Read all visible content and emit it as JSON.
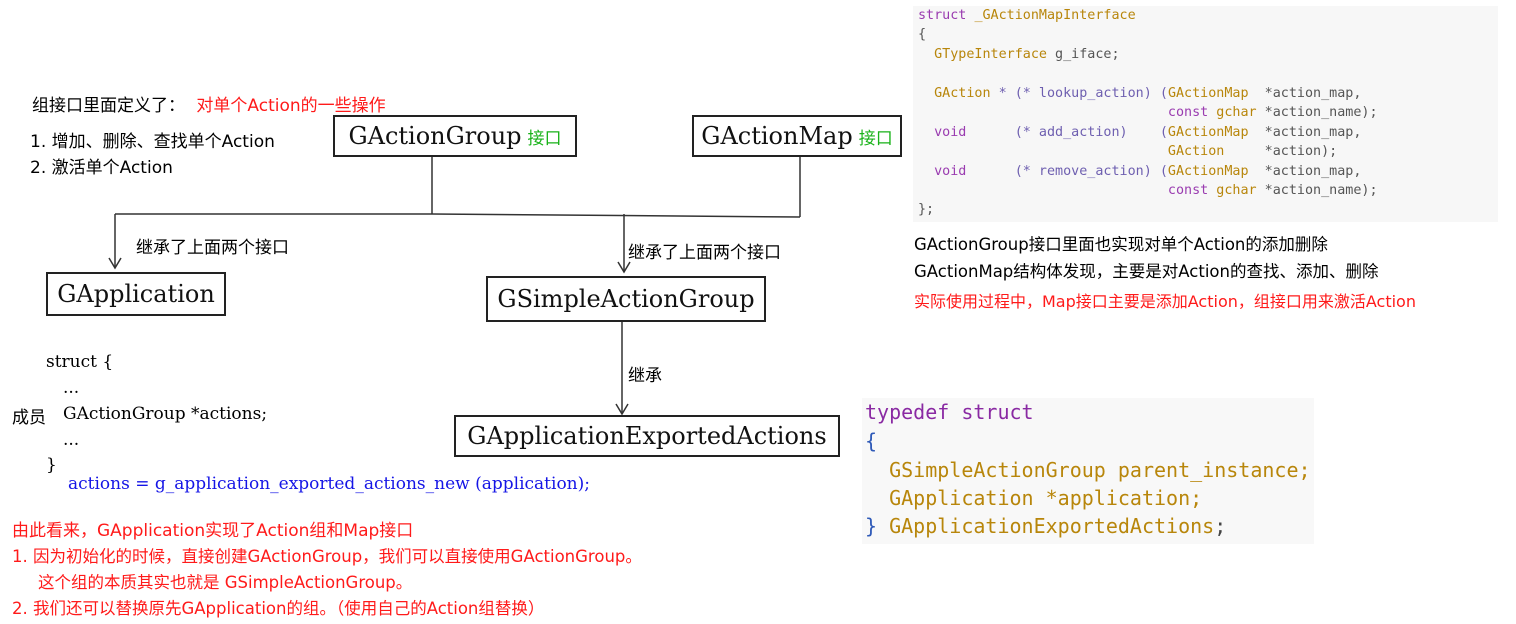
{
  "diagram": {
    "nodes": {
      "gaction_group": {
        "name": "GActionGroup",
        "tag": "接口"
      },
      "gaction_map": {
        "name": "GActionMap",
        "tag": "接口"
      },
      "gapplication": {
        "name": "GApplication"
      },
      "gsimple_action_group": {
        "name": "GSimpleActionGroup"
      },
      "gapplication_exported_actions": {
        "name": "GApplicationExportedActions"
      }
    },
    "edge_labels": {
      "inherit_both_left": "继承了上面两个接口",
      "inherit_both_right": "继承了上面两个接口",
      "inherit": "继承"
    }
  },
  "group_note": {
    "prefix": "组接口里面定义了：",
    "highlight": "对单个Action的一些操作",
    "items": [
      "1. 增加、删除、查找单个Action",
      "2. 激活单个Action"
    ]
  },
  "struct_snippet": {
    "line1": "struct {",
    "line2": "...",
    "member_label": "成员",
    "line3": "GActionGroup *actions;",
    "line4": "...",
    "line5": "}",
    "assignment": "actions = g_application_exported_actions_new (application);"
  },
  "conclusion": {
    "line1": "由此看来，GApplication实现了Action组和Map接口",
    "line2": "1. 因为初始化的时候，直接创建GActionGroup，我们可以直接使用GActionGroup。",
    "line3": "这个组的本质其实也就是 GSimpleActionGroup。",
    "line4": "2. 我们还可以替换原先GApplication的组。（使用自己的Action组替换）"
  },
  "code_interface": {
    "l1_kw": "struct",
    "l1_name": "_GActionMapInterface",
    "l2": "{",
    "l3_type": "GTypeInterface",
    "l3_rest": " g_iface;",
    "l5_type": "GAction",
    "l5_mid": " * (* lookup_action) (",
    "l5_ptype": "GActionMap",
    "l5_param": "  *action_map,",
    "l6_const": "const",
    "l6_type": "gchar",
    "l6_param": " *action_name);",
    "l7_void": "void",
    "l7_mid": "      (* add_action)    (",
    "l7_ptype": "GActionMap",
    "l7_param": "  *action_map,",
    "l8_type": "GAction",
    "l8_param": "     *action);",
    "l9_void": "void",
    "l9_mid": "      (* remove_action) (",
    "l9_ptype": "GActionMap",
    "l9_param": "  *action_map,",
    "l10_const": "const",
    "l10_type": "gchar",
    "l10_param": " *action_name);",
    "l11": "};"
  },
  "interface_notes": {
    "line1": "GActionGroup接口里面也实现对单个Action的添加删除",
    "line2": "GActionMap结构体发现，主要是对Action的查找、添加、删除",
    "line3": "实际使用过程中，Map接口主要是添加Action，组接口用来激活Action"
  },
  "code_exported": {
    "l1_kw1": "typedef",
    "l1_kw2": "struct",
    "l2": "{",
    "l3_type": "GSimpleActionGroup",
    "l3_rest": " parent_instance;",
    "l4_type": "GApplication",
    "l4_rest": " *application;",
    "l5_brace": "}",
    "l5_type": "GApplicationExportedActions",
    "l5_rest": ";"
  },
  "colors": {
    "highlight_red": "#ff1a1a",
    "tag_green": "#19b219",
    "code_blue": "#1515e6"
  }
}
